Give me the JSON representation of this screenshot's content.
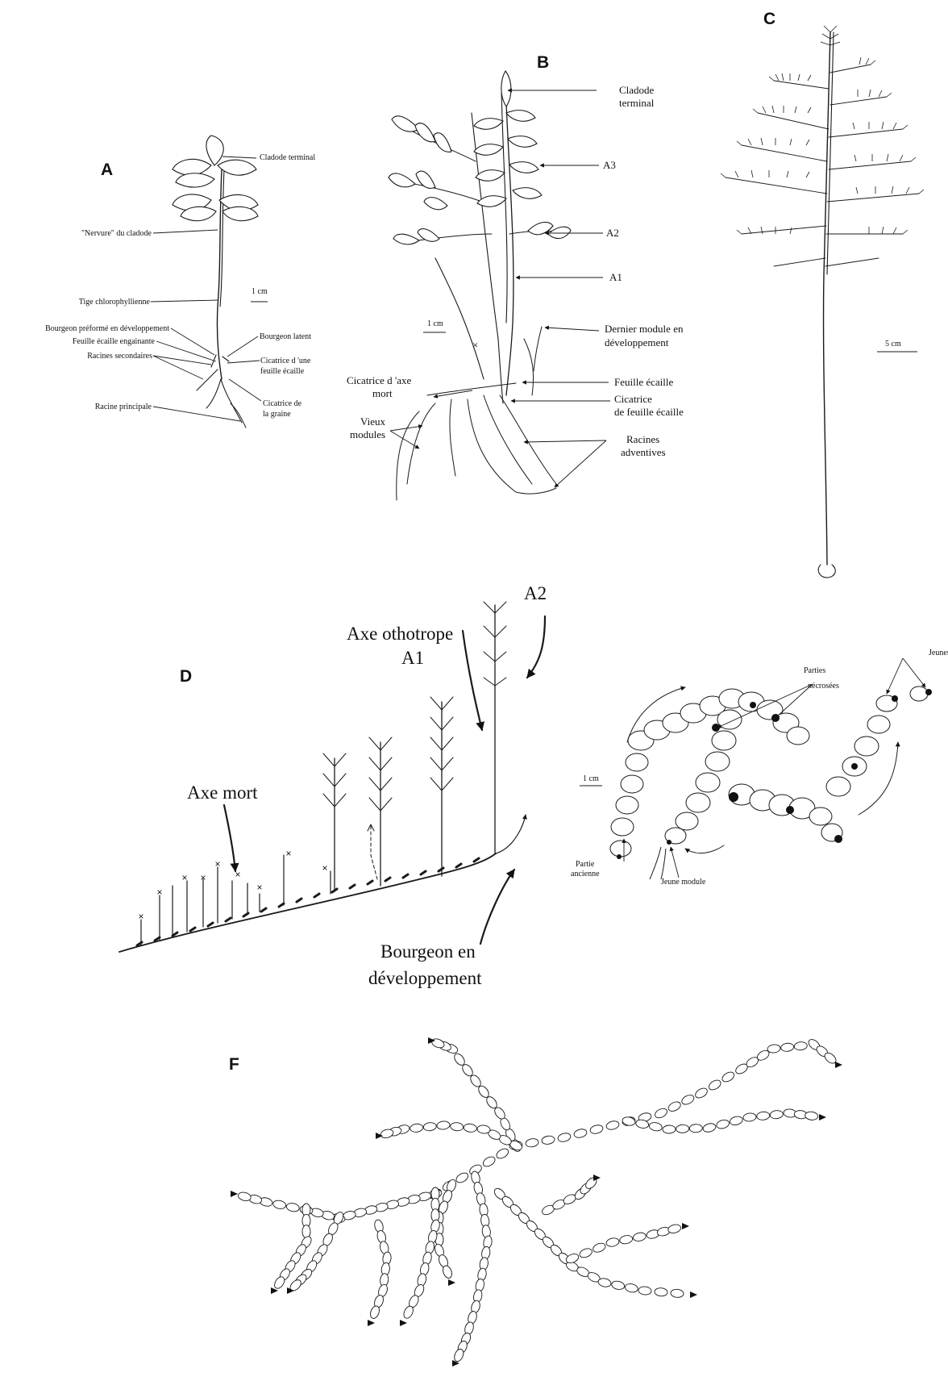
{
  "panels": {
    "A": {
      "letter": "A",
      "labels": {
        "cladode_terminal": "Cladode terminal",
        "nervure": "\"Nervure\" du cladode",
        "tige": "Tige chlorophyllienne",
        "scale": "1 cm",
        "bourgeon_preforme": "Bourgeon préformé en  développement",
        "feuille_engainante": "Feuille écaille engainante",
        "racines_secondaires": "Racines secondaires",
        "racine_principale": "Racine principale",
        "bourgeon_latent": "Bourgeon latent",
        "cicatrice_feuille_1": "Cicatrice d 'une",
        "cicatrice_feuille_2": "feuille écaille",
        "cicatrice_graine_1": "Cicatrice de",
        "cicatrice_graine_2": "la graine"
      }
    },
    "B": {
      "letter": "B",
      "labels": {
        "cladode_1": "Cladode",
        "cladode_2": "terminal",
        "a3": "A3",
        "a2": "A2",
        "a1": "A1",
        "scale": "1 cm",
        "dernier_1": "Dernier module en",
        "dernier_2": "développement",
        "cicatrice_axe_1": "Cicatrice d 'axe",
        "cicatrice_axe_2": "mort",
        "feuille_ecaille": "Feuille écaille",
        "cicatrice_fe_1": "Cicatrice",
        "cicatrice_fe_2": "de feuille écaille",
        "vieux_1": "Vieux",
        "vieux_2": "modules",
        "racines_1": "Racines",
        "racines_2": "adventives"
      }
    },
    "C": {
      "letter": "C",
      "labels": {
        "scale": "5 cm"
      }
    },
    "D": {
      "letter": "D",
      "labels": {
        "a2": "A2",
        "axe_ortho_1": "Axe othotrope",
        "axe_ortho_2": "A1",
        "axe_mort": "Axe mort",
        "bourgeon_1": "Bourgeon en",
        "bourgeon_2": "développement"
      }
    },
    "E": {
      "labels": {
        "jeunes_modules": "Jeunes modules",
        "parties": "Parties",
        "necrosees": "nécrosées",
        "scale": "1 cm",
        "partie_1": "Partie",
        "partie_2": "ancienne",
        "jeune_module": "Jeune module"
      }
    },
    "F": {
      "letter": "F"
    }
  }
}
